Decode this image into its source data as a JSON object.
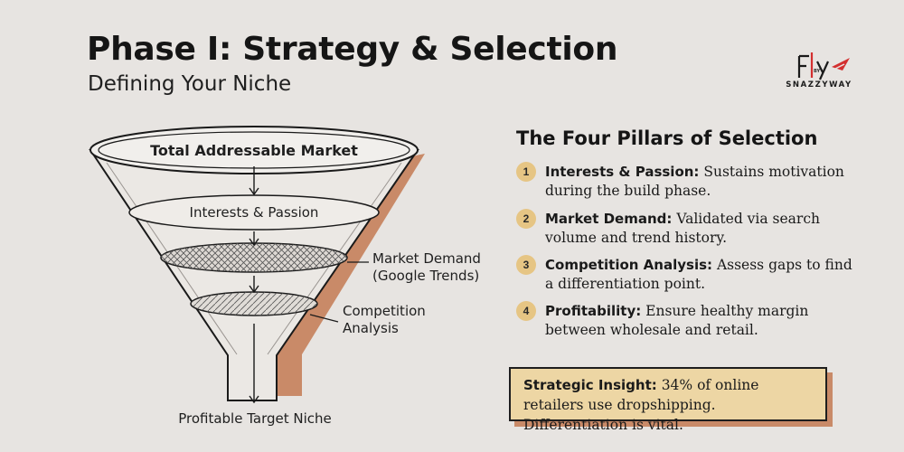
{
  "header": {
    "title": "Phase I: Strategy & Selection",
    "subtitle": "Defining Your Niche"
  },
  "logo": {
    "mark": "Fly",
    "by": "BY",
    "brand": "SNAZZYWAY"
  },
  "funnel": {
    "top_label": "Total Addressable Market",
    "stage1_label": "Interests & Passion",
    "stage2_label_line1": "Market Demand",
    "stage2_label_line2": "(Google Trends)",
    "stage3_label_line1": "Competition",
    "stage3_label_line2": "Analysis",
    "bottom_label": "Profitable Target Niche"
  },
  "pillars": {
    "heading": "The Four Pillars of Selection",
    "items": [
      {
        "number": "1",
        "title": "Interests & Passion:",
        "text": "Sustains motivation during the build phase."
      },
      {
        "number": "2",
        "title": "Market Demand:",
        "text": "Validated via search volume and trend history."
      },
      {
        "number": "3",
        "title": "Competition Analysis:",
        "text": "Assess gaps to find a differentiation point."
      },
      {
        "number": "4",
        "title": "Profitability:",
        "text": "Ensure healthy margin between wholesale and retail."
      }
    ]
  },
  "insight": {
    "label": "Strategic Insight:",
    "text": "34% of online retailers use dropshipping. Differentiation is vital."
  },
  "colors": {
    "background": "#e7e4e1",
    "accent_gold": "#e6c584",
    "insight_fill": "#edd6a4",
    "shadow_terracotta": "#c98a68",
    "logo_red": "#d32f2f"
  }
}
